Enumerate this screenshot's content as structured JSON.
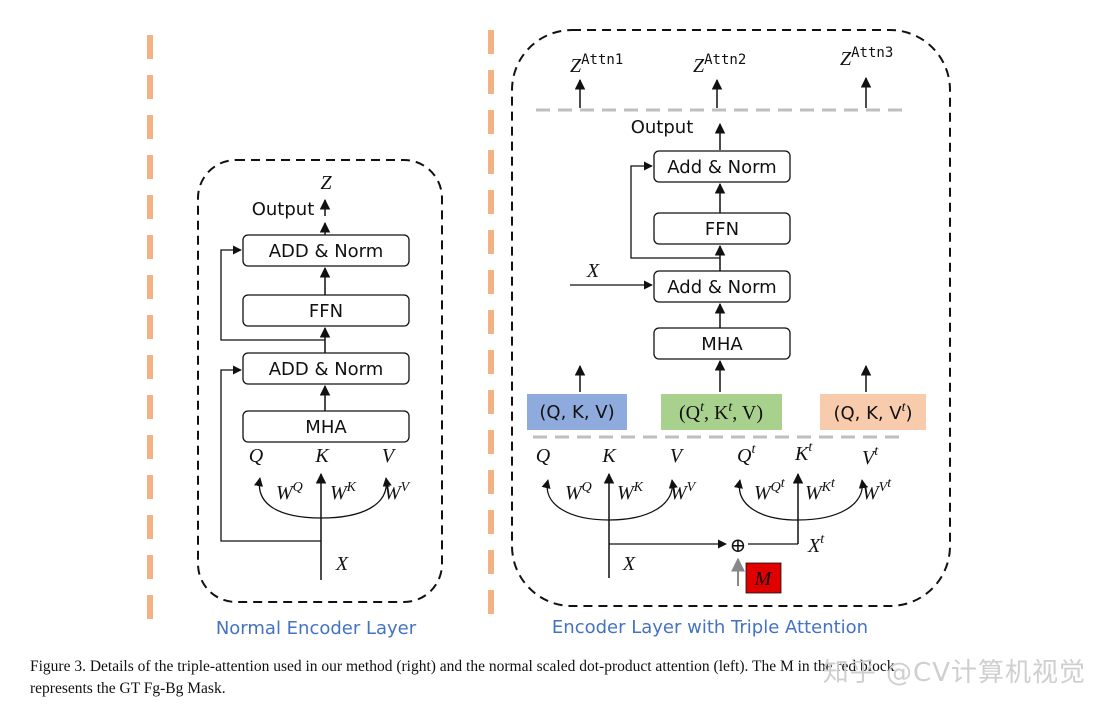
{
  "left_panel": {
    "title": "Normal Encoder Layer",
    "output_symbol": "Z",
    "output_label": "Output",
    "add_norm_top": "ADD & Norm",
    "ffn": "FFN",
    "add_norm_bottom": "ADD & Norm",
    "mha": "MHA",
    "input_symbol": "X",
    "q": "Q",
    "k": "K",
    "v": "V",
    "wq": {
      "base": "W",
      "sup": "Q"
    },
    "wk": {
      "base": "W",
      "sup": "K"
    },
    "wv": {
      "base": "W",
      "sup": "V"
    }
  },
  "right_panel": {
    "title": "Encoder Layer with Triple Attention",
    "outputs": [
      {
        "base": "Z",
        "sup": "Attn1"
      },
      {
        "base": "Z",
        "sup": "Attn2"
      },
      {
        "base": "Z",
        "sup": "Attn3"
      }
    ],
    "output_label": "Output",
    "add_norm_top": "Add & Norm",
    "ffn": "FFN",
    "add_norm_bottom": "Add & Norm",
    "mha": "MHA",
    "x_side": "X",
    "qkv_boxes": [
      {
        "text": "(Q, K, V)",
        "color": "#8faadc"
      },
      {
        "text": "(Q",
        "sup1": "t",
        "mid": ", K",
        "sup2": "t",
        "end": ", V)",
        "color": "#a9d18e"
      },
      {
        "text": "(Q, K, V",
        "sup": "t",
        "end": ")",
        "color": "#f8cbad"
      }
    ],
    "q": "Q",
    "k": "K",
    "v": "V",
    "qt": {
      "base": "Q",
      "sup": "t"
    },
    "kt": {
      "base": "K",
      "sup": "t"
    },
    "vt": {
      "base": "V",
      "sup": "t"
    },
    "wq": {
      "base": "W",
      "sup": "Q"
    },
    "wk": {
      "base": "W",
      "sup": "K"
    },
    "wv": {
      "base": "W",
      "sup": "V"
    },
    "wqt": {
      "base": "W",
      "sup": "Q",
      "sub_sup": "t"
    },
    "wkt": {
      "base": "W",
      "sup": "K",
      "sub_sup": "t"
    },
    "wvt": {
      "base": "W",
      "sup": "V",
      "sub_sup": "t"
    },
    "x_bottom": "X",
    "xt": {
      "base": "X",
      "sup": "t"
    },
    "oplus": "⊕",
    "mask": {
      "text": "M",
      "color": "#e00000"
    }
  },
  "caption": {
    "line1": "Figure 3. Details of the triple-attention used in our method (right) and the normal scaled dot-product attention (left). The M in the red block",
    "line2": "represents the GT Fg-Bg Mask."
  },
  "watermark": "知乎 @CV计算机视觉",
  "colors": {
    "separator": "#f4b183",
    "dashed_line": "#bfbfbf",
    "title_blue": "#4472c4"
  }
}
